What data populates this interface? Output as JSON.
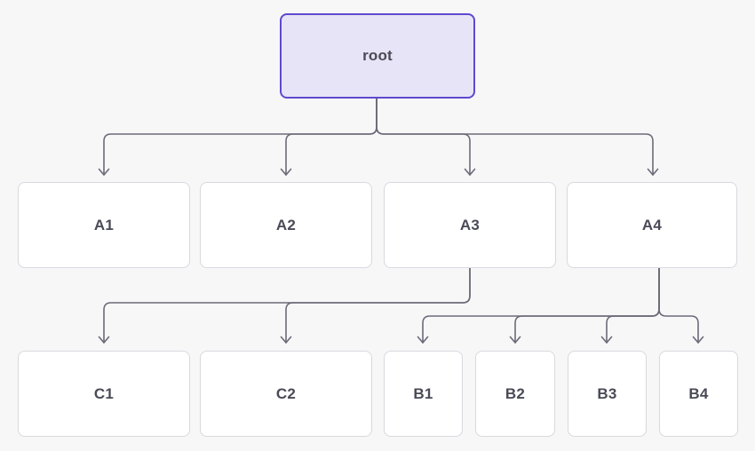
{
  "nodes": {
    "root": {
      "label": "root"
    },
    "a1": {
      "label": "A1"
    },
    "a2": {
      "label": "A2"
    },
    "a3": {
      "label": "A3"
    },
    "a4": {
      "label": "A4"
    },
    "c1": {
      "label": "C1"
    },
    "c2": {
      "label": "C2"
    },
    "b1": {
      "label": "B1"
    },
    "b2": {
      "label": "B2"
    },
    "b3": {
      "label": "B3"
    },
    "b4": {
      "label": "B4"
    }
  },
  "edges": [
    {
      "from": "root",
      "to": "A1"
    },
    {
      "from": "root",
      "to": "A2"
    },
    {
      "from": "root",
      "to": "A3"
    },
    {
      "from": "root",
      "to": "A4"
    },
    {
      "from": "A3",
      "to": "C1"
    },
    {
      "from": "A3",
      "to": "C2"
    },
    {
      "from": "A4",
      "to": "B1"
    },
    {
      "from": "A4",
      "to": "B2"
    },
    {
      "from": "A4",
      "to": "B3"
    },
    {
      "from": "A4",
      "to": "B4"
    }
  ],
  "colors": {
    "background": "#f7f7f8",
    "edge": "#6d6a79",
    "node-bg": "#ffffff",
    "node-border": "#d9d8de",
    "node-text": "#4a4a57",
    "root-bg": "#e8e4f7",
    "root-border": "#5e49ce"
  }
}
